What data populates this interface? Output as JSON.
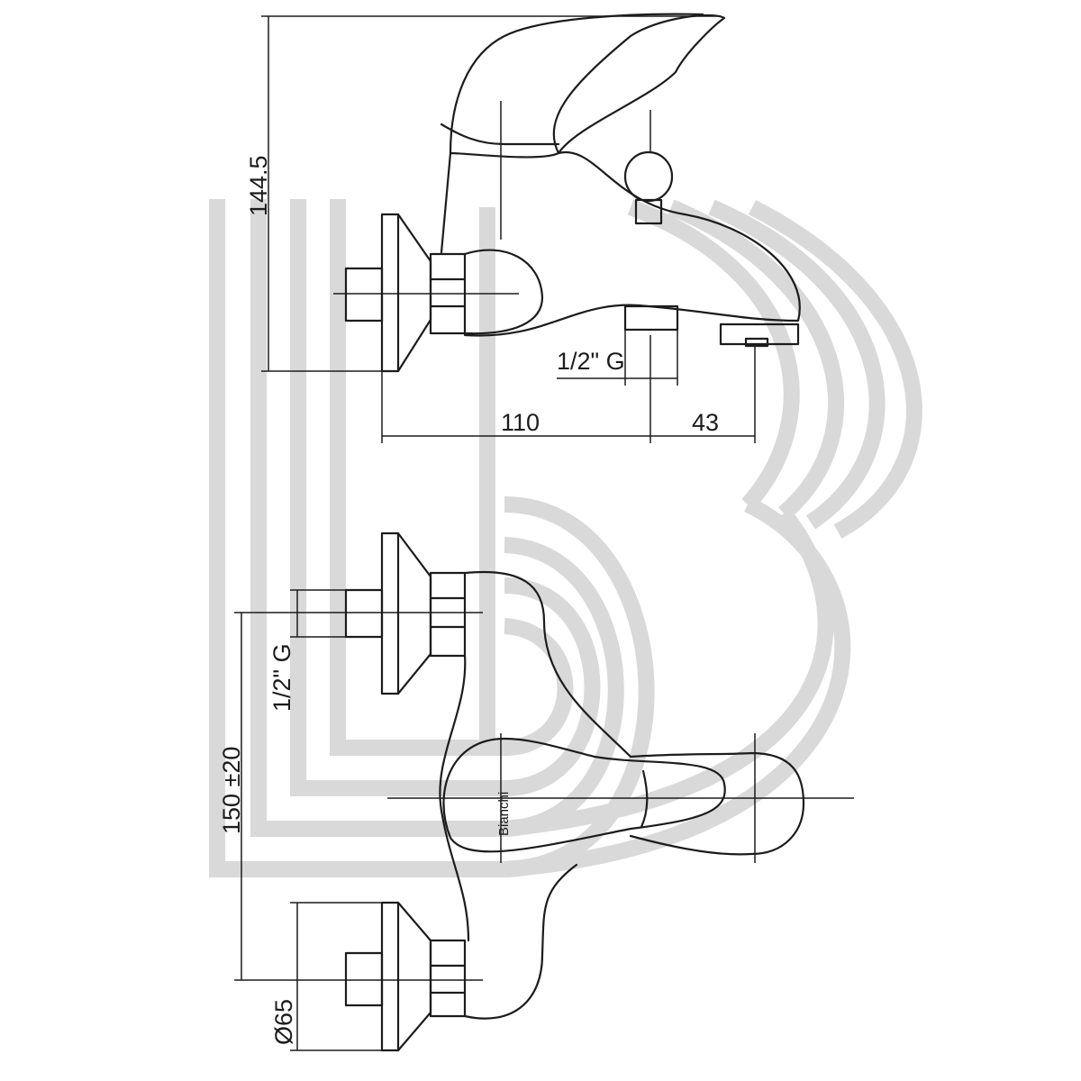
{
  "dimensions": {
    "height": "144.5",
    "spout_thread": "1/2\" G",
    "depth": "110",
    "spout_offset": "43",
    "inlet_thread": "1/2\" G",
    "centres": "150 ±20",
    "flange_diameter": "Ø65"
  },
  "handle_brand": "Bianchi",
  "colors": {
    "line": "#1c1c1c",
    "watermark": "#d9d9d9",
    "background": "#ffffff"
  }
}
